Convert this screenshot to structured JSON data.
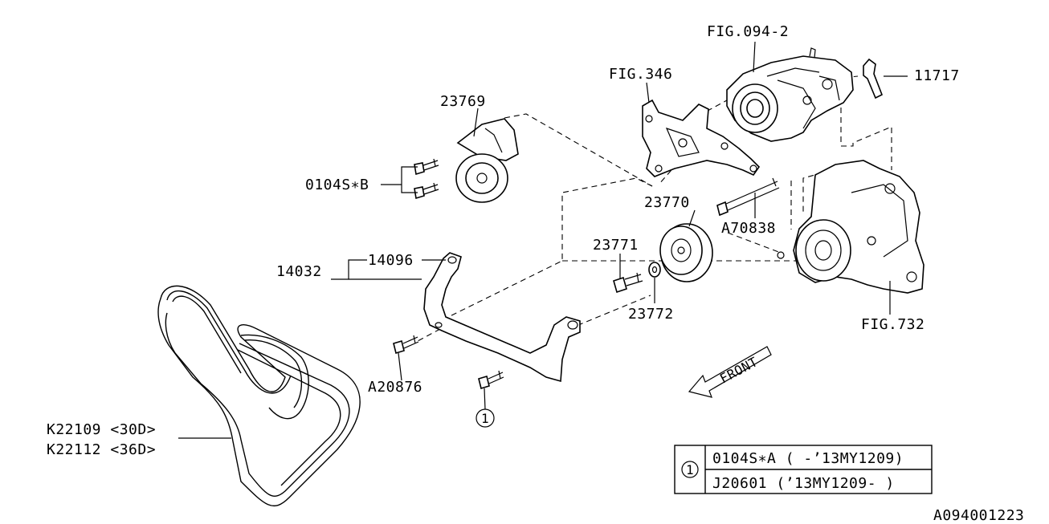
{
  "diagram": {
    "figure_id": "A094001223",
    "callouts": {
      "fig_094_2": "FIG.094-2",
      "fig_346": "FIG.346",
      "p11717": "11717",
      "p23769": "23769",
      "p0104s_b": "0104S∗B",
      "p23770": "23770",
      "a70838": "A70838",
      "p23771": "23771",
      "p23772": "23772",
      "p14032": "14032",
      "p14096": "14096",
      "a20876": "A20876",
      "ref1": "1",
      "fig_732": "FIG.732",
      "k22109": "K22109 <30D>",
      "k22112": "K22112 <36D>",
      "front": "FRONT"
    },
    "legend": {
      "marker": "1",
      "rows": [
        "0104S∗A ( -’13MY1209)",
        "J20601 (’13MY1209- )"
      ]
    }
  }
}
